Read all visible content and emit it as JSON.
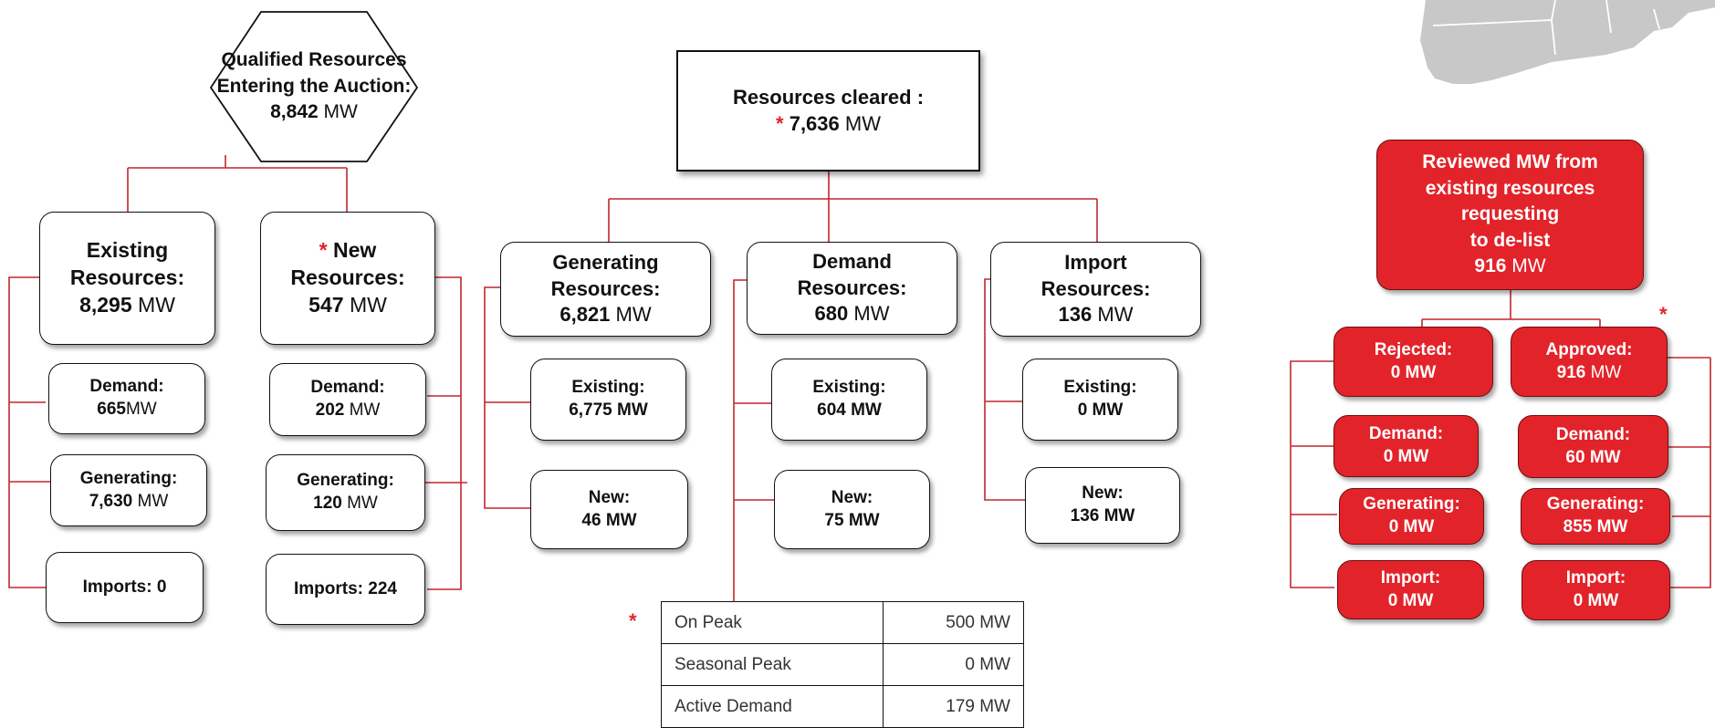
{
  "qualified": {
    "line1": "Qualified Resources",
    "line2": "Entering the Auction:",
    "value": "8,842",
    "unit": "MW"
  },
  "existing": {
    "l1": "Existing",
    "l2": "Resources:",
    "value": "8,295",
    "unit": "MW",
    "demand_label": "Demand:",
    "demand_value": "665",
    "demand_unit": "MW",
    "generating_label": "Generating:",
    "generating_value": "7,630",
    "generating_unit": "MW",
    "imports": "Imports: 0"
  },
  "new": {
    "star": "*",
    "l1": "New",
    "l2": "Resources:",
    "value": "547",
    "unit": "MW",
    "demand_label": "Demand:",
    "demand_value": "202",
    "demand_unit": "MW",
    "generating_label": "Generating:",
    "generating_value": "120",
    "generating_unit": "MW",
    "imports": "Imports: 224"
  },
  "cleared": {
    "title": "Resources cleared :",
    "star": "*",
    "value": "7,636",
    "unit": "MW"
  },
  "generating": {
    "l1": "Generating",
    "l2": "Resources:",
    "value": "6,821",
    "unit": "MW",
    "existing_label": "Existing:",
    "existing_value": "6,775 MW",
    "new_label": "New:",
    "new_value": "46 MW"
  },
  "demand": {
    "l1": "Demand",
    "l2": "Resources:",
    "value": "680",
    "unit": "MW",
    "existing_label": "Existing:",
    "existing_value": "604 MW",
    "new_label": "New:",
    "new_value": "75 MW",
    "table_star": "*",
    "table": [
      {
        "label": "On Peak",
        "value": "500 MW"
      },
      {
        "label": "Seasonal Peak",
        "value": "0 MW"
      },
      {
        "label": "Active Demand",
        "value": "179 MW"
      }
    ]
  },
  "import": {
    "l1": "Import",
    "l2": "Resources:",
    "value": "136",
    "unit": "MW",
    "existing_label": "Existing:",
    "existing_value": "0 MW",
    "new_label": "New:",
    "new_value": "136 MW"
  },
  "delist": {
    "l1": "Reviewed MW from",
    "l2": "existing resources",
    "l3": "requesting",
    "l4": "to de-list",
    "value": "916",
    "unit": "MW",
    "star": "*",
    "rejected": {
      "label": "Rejected:",
      "value": "0 MW",
      "demand_label": "Demand:",
      "demand_value": "0 MW",
      "generating_label": "Generating:",
      "generating_value": "0 MW",
      "import_label": "Import:",
      "import_value": "0 MW"
    },
    "approved": {
      "label": "Approved:",
      "value": "916",
      "unit": "MW",
      "demand_label": "Demand:",
      "demand_value": "60 MW",
      "generating_label": "Generating:",
      "generating_value": "855 MW",
      "import_label": "Import:",
      "import_value": "0 MW"
    }
  },
  "colors": {
    "accent_red": "#e3232a",
    "connector": "#c0272d",
    "map_gray": "#c8c8c8"
  }
}
